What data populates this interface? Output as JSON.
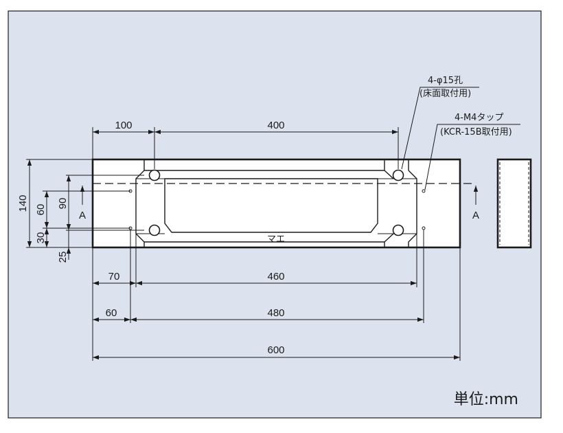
{
  "colors": {
    "background": "#dde3ee",
    "line": "#1a1a1a",
    "page": "#ffffff"
  },
  "dimensions": {
    "top_100": "100",
    "top_400": "400",
    "bottom_70": "70",
    "bottom_460": "460",
    "bottom_60": "60",
    "bottom_480": "480",
    "bottom_600": "600",
    "left_140": "140",
    "left_60": "60",
    "left_90": "90",
    "left_30": "30",
    "left_25": "25"
  },
  "callouts": {
    "mounting_holes": {
      "line1": "4-φ15孔",
      "line2": "(床面取付用)"
    },
    "tap_holes": {
      "line1": "4-M4タップ",
      "line2": "(KCR-15B取付用)"
    }
  },
  "section_marker": {
    "left": "A",
    "right": "A"
  },
  "front_mark": "マエ",
  "unit_label": "単位:mm"
}
